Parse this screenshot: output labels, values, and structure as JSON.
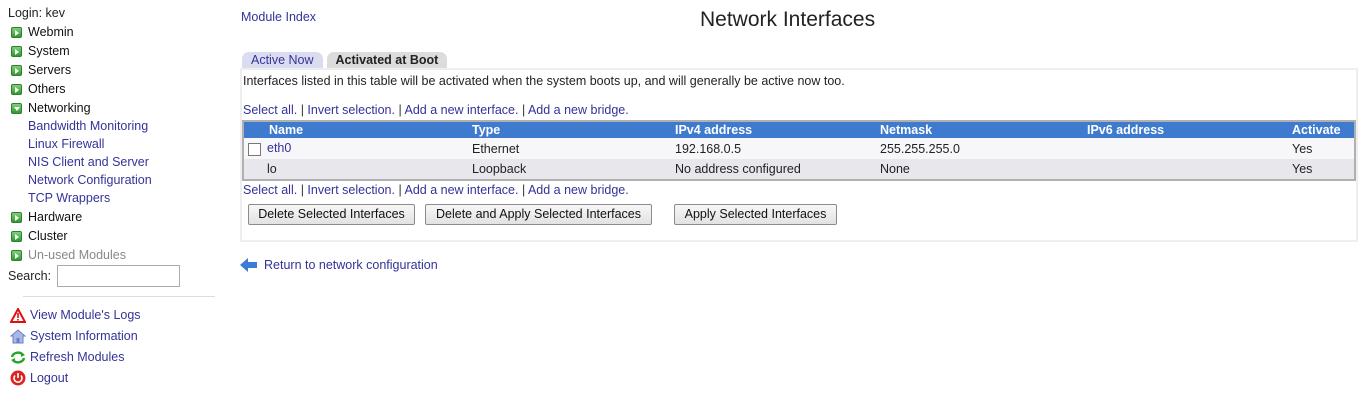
{
  "sidebar": {
    "login": "Login: kev",
    "categories": [
      {
        "label": "Webmin",
        "open": false
      },
      {
        "label": "System",
        "open": false
      },
      {
        "label": "Servers",
        "open": false
      },
      {
        "label": "Others",
        "open": false
      },
      {
        "label": "Networking",
        "open": true
      },
      {
        "label": "Hardware",
        "open": false
      },
      {
        "label": "Cluster",
        "open": false
      },
      {
        "label": "Un-used Modules",
        "open": false
      }
    ],
    "networking_items": [
      "Bandwidth Monitoring",
      "Linux Firewall",
      "NIS Client and Server",
      "Network Configuration",
      "TCP Wrappers"
    ],
    "search": {
      "label": "Search:",
      "value": ""
    },
    "bottom_links": [
      {
        "label": "View Module's Logs",
        "icon": "warning-icon"
      },
      {
        "label": "System Information",
        "icon": "home-icon"
      },
      {
        "label": "Refresh Modules",
        "icon": "refresh-icon"
      },
      {
        "label": "Logout",
        "icon": "power-icon"
      }
    ]
  },
  "header": {
    "module_index": "Module Index",
    "title": "Network Interfaces"
  },
  "tabs": [
    {
      "label": "Active Now",
      "active": false
    },
    {
      "label": "Activated at Boot",
      "active": true
    }
  ],
  "panel": {
    "description": "Interfaces listed in this table will be activated when the system boots up, and will generally be active now too.",
    "links": [
      "Select all.",
      "Invert selection.",
      "Add a new interface.",
      "Add a new bridge."
    ],
    "table": {
      "columns": [
        "Name",
        "Type",
        "IPv4 address",
        "Netmask",
        "IPv6 address",
        "Activate"
      ],
      "rows": [
        {
          "name": "eth0",
          "type": "Ethernet",
          "ipv4": "192.168.0.5",
          "netmask": "255.255.255.0",
          "ipv6": "",
          "activate": "Yes",
          "checkbox": true
        },
        {
          "name": "lo",
          "type": "Loopback",
          "ipv4": "No address configured",
          "netmask": "None",
          "ipv6": "",
          "activate": "Yes",
          "checkbox": false
        }
      ]
    },
    "buttons": {
      "delete": "Delete Selected Interfaces",
      "delete_apply": "Delete and Apply Selected Interfaces",
      "apply": "Apply Selected Interfaces"
    }
  },
  "footer": {
    "return_link": "Return to network configuration"
  },
  "colors": {
    "link": "#333399",
    "table_header": "#3e7bcf",
    "tab_inactive": "#dcdcf0",
    "tab_active": "#dcdcdc"
  }
}
